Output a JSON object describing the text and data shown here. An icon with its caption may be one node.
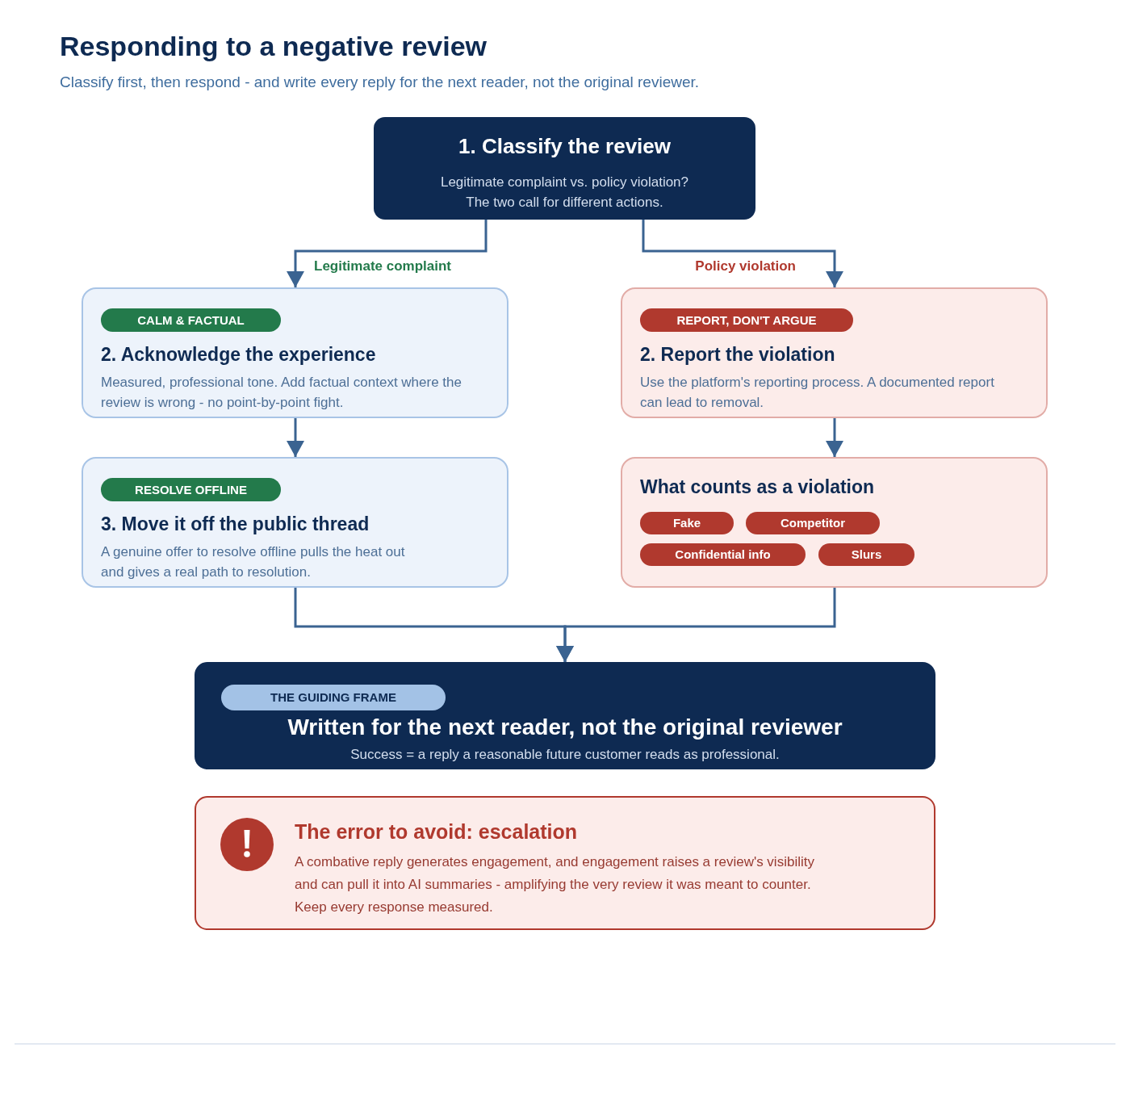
{
  "diagram": {
    "title": "Responding to a negative review",
    "nodes": [
      {
        "text": [
          "1. Classify the review",
          "Legitimate complaint vs. policy violation? The two call for different actions."
        ]
      },
      {
        "text": [
          "2. Acknowledge the experience",
          "Measured, professional tone. Add factual context where the review is wrong - no point-by-point fight."
        ]
      },
      {
        "text": [
          "CALM & FACTUAL"
        ],
        "in": 1
      },
      {
        "text": [
          "2. Report the violation",
          "Use the platform's reporting process. A documented report can lead to removal."
        ]
      },
      {
        "text": [
          "REPORT, DON'T ARGUE"
        ],
        "in": 3
      },
      {
        "text": [
          "3. Move it off the public thread",
          "A genuine offer to resolve offline pulls the heat out and gives a real path to resolution."
        ]
      },
      {
        "text": [
          "RESOLVE OFFLINE"
        ],
        "in": 5
      },
      {
        "text": [
          "What counts as a violation"
        ]
      },
      {
        "text": [
          "Fake"
        ],
        "in": 7
      },
      {
        "text": [
          "Competitor"
        ],
        "in": 7
      },
      {
        "text": [
          "Confidential info"
        ],
        "in": 7
      },
      {
        "text": [
          "Slurs"
        ],
        "in": 7
      },
      {
        "text": [
          "Written for the next reader, not the original reviewer",
          "Success = a reply a reasonable future customer reads as professional."
        ]
      },
      {
        "text": [
          "THE GUIDING FRAME"
        ],
        "in": 12
      },
      {
        "text": [
          "The error to avoid: escalation",
          "A combative reply generates engagement, and engagement raises a review's visibility and can pull it into AI summaries - amplifying the very review it was meant to counter. Keep every response measured."
        ]
      }
    ],
    "edges": [
      {
        "from": 0,
        "to": 1,
        "arrow": "to",
        "label": "Legitimate complaint"
      },
      {
        "from": 0,
        "to": 3,
        "arrow": "to",
        "label": "Policy violation"
      },
      {
        "from": 1,
        "to": 5,
        "arrow": "to"
      },
      {
        "from": 3,
        "to": 7,
        "arrow": "to"
      },
      {
        "from": 5,
        "to": 12,
        "arrow": "to"
      },
      {
        "from": 7,
        "to": 12,
        "arrow": "to"
      }
    ],
    "labels": [
      "Classify first, then respond - and write every reply for the next reader, not the original reviewer."
    ]
  }
}
